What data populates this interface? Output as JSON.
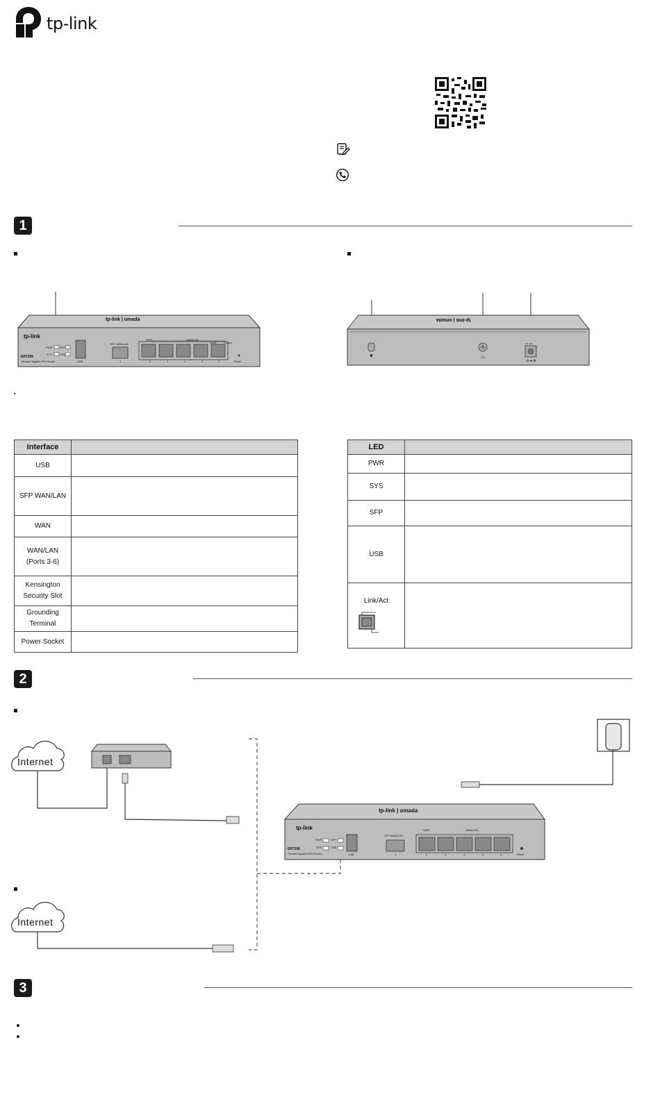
{
  "brand": {
    "logo_text": "tp-link"
  },
  "icons": {
    "logo": "tp-link-logo",
    "qr": "qr-code",
    "note": "note-edit-icon",
    "phone": "phone-icon"
  },
  "sections": [
    {
      "number": "1"
    },
    {
      "number": "2"
    },
    {
      "number": "3"
    }
  ],
  "front_panel": {
    "brand": "tp-link",
    "model": "ER7206",
    "model_desc": "Omada Gigabit VPN Router",
    "top_brand": "tp-link | omada",
    "leds": [
      "PWR",
      "SFP",
      "SYS",
      "USB"
    ],
    "usb_label": "USB",
    "sfp_label": "SFP WAN/LAN",
    "wan_label": "WAN",
    "wanlan_label": "WAN/LAN",
    "speed_labels": [
      "1000M",
      "10/100M"
    ],
    "port_numbers": [
      "1",
      "2",
      "3",
      "4",
      "5",
      "6"
    ],
    "reset_label": "Reset"
  },
  "rear_panel": {
    "top_brand": "tp-link | omada",
    "power_label": "DC 12V",
    "power_symbol": "⊖-●-⊕"
  },
  "interface_table": {
    "header": "Interface",
    "rows": [
      {
        "name": "USB",
        "h": 32
      },
      {
        "name": "SFP WAN/LAN",
        "h": 56
      },
      {
        "name": "WAN",
        "h": 31
      },
      {
        "name": "WAN/LAN\n(Ports 3-6)",
        "h": 56
      },
      {
        "name": "Kensington\nSecurity Slot",
        "h": 43
      },
      {
        "name": "Grounding\nTerminal",
        "h": 32
      },
      {
        "name": "Power Socket",
        "h": 30
      }
    ]
  },
  "led_table": {
    "header": "LED",
    "rows": [
      {
        "name": "PWR",
        "h": 27
      },
      {
        "name": "SYS",
        "h": 39
      },
      {
        "name": "SFP",
        "h": 37
      },
      {
        "name": "USB",
        "h": 82
      },
      {
        "name": "Link/Act",
        "h": 94
      }
    ]
  },
  "diagram": {
    "cloud_label": "Internet"
  }
}
